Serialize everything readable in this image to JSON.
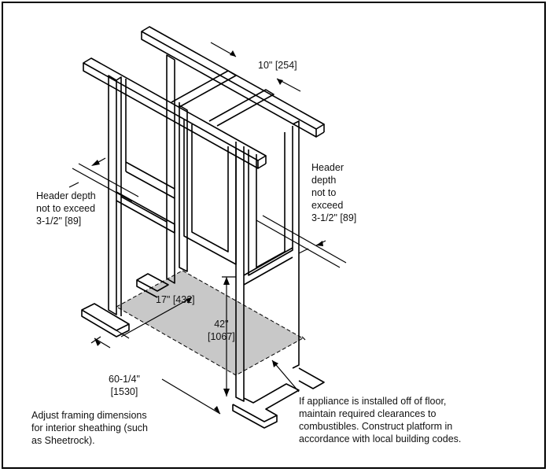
{
  "labels": {
    "top_width": "10\" [254]",
    "header_right": "Header\ndepth\nnot to\nexceed\n3-1/2\" [89]",
    "header_left": "Header depth\nnot to exceed\n3-1/2\" [89]",
    "depth": "17\" [432]",
    "height": "42\"\n[1067]",
    "width": "60-1/4\"\n[1530]",
    "framing_note": "Adjust framing dimensions\nfor interior sheathing (such\nas Sheetrock).",
    "appliance_note": "If appliance is installed off of floor,\nmaintain required clearances to\ncombustibles. Construct platform in\naccordance with local building codes."
  },
  "colors": {
    "line": "#000000",
    "platform_fill": "#c8c8c8",
    "background": "#ffffff"
  }
}
